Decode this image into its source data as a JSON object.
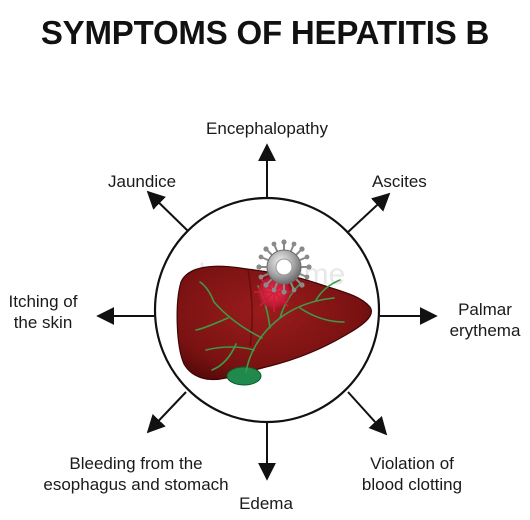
{
  "title": "SYMPTOMS OF HEPATITIS B",
  "watermark": "dreamstime",
  "symptoms": {
    "top": "Encephalopathy",
    "top_left": "Jaundice",
    "top_right": "Ascites",
    "left": "Itching of\nthe skin",
    "right": "Palmar\nerythema",
    "bottom_left": "Bleeding from the\nesophagus and stomach",
    "bottom": "Edema",
    "bottom_right": "Violation of\nblood clotting"
  },
  "colors": {
    "liver": "#7a1212",
    "liver_dark": "#4e0808",
    "veins": "#3f9a48",
    "gallbladder": "#1f8a4c",
    "virus": "#9a9a9a",
    "virus_spot": "#d4193a",
    "arrow": "#111111"
  },
  "icons": [
    "liver-illustration",
    "hepatitis-b-virus-icon",
    "gallbladder-shape"
  ]
}
